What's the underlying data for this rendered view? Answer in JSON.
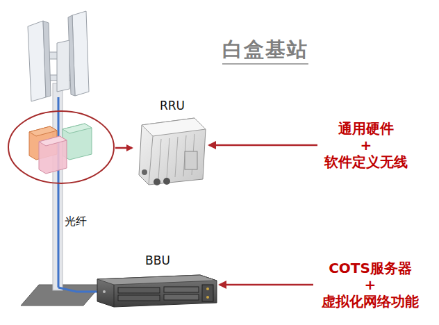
{
  "diagram": {
    "title": "白盒基站",
    "nodes": [
      {
        "text": [
          "RRU"
        ]
      },
      {
        "text": [
          "通用硬件 + 软件定义无线"
        ]
      },
      {
        "text": [
          "BBU"
        ]
      },
      {
        "text": [
          "COTS服务器 + 虚拟化网络功能"
        ]
      }
    ],
    "edges": [
      {
        "from": 1,
        "to": 0,
        "arrow": "to"
      },
      {
        "from": 3,
        "to": 2,
        "arrow": "to"
      }
    ],
    "labels": [
      "光纤"
    ]
  }
}
